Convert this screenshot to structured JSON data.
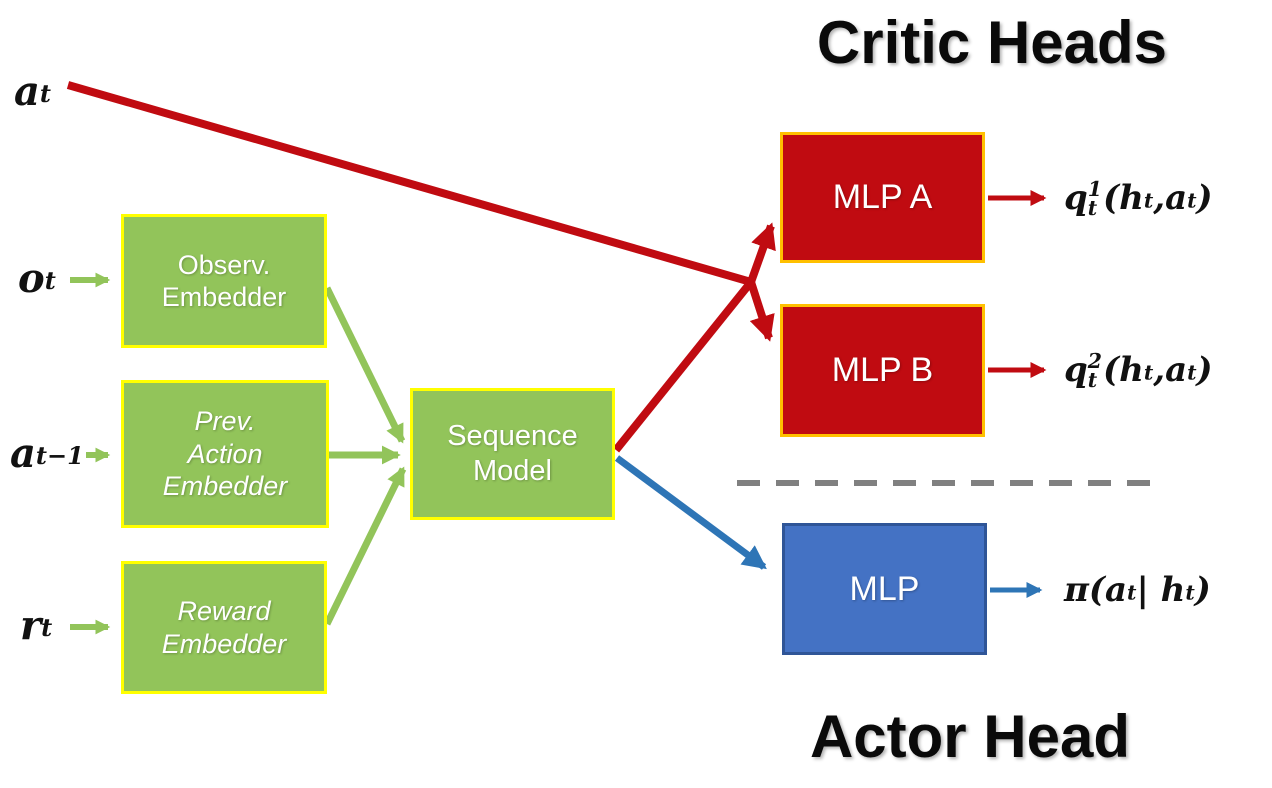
{
  "titles": {
    "critic": "Critic Heads",
    "actor": "Actor Head"
  },
  "inputs": {
    "action": {
      "base": "a",
      "sub": "t"
    },
    "observation": {
      "base": "o",
      "sub": "t"
    },
    "prev_action": {
      "base": "a",
      "sub": "t−1"
    },
    "reward": {
      "base": "r",
      "sub": "t"
    }
  },
  "boxes": {
    "observ_embedder": {
      "lines": [
        "Observ.",
        "Embedder"
      ]
    },
    "prev_action_embedder": {
      "lines": [
        "Prev.",
        "Action",
        "Embedder"
      ]
    },
    "reward_embedder": {
      "lines": [
        "Reward",
        "Embedder"
      ]
    },
    "sequence_model": {
      "lines": [
        "Sequence",
        "Model"
      ]
    },
    "mlp_a": {
      "label": "MLP A"
    },
    "mlp_b": {
      "label": "MLP B"
    },
    "mlp_actor": {
      "label": "MLP"
    }
  },
  "outputs": {
    "q1": {
      "base": "q",
      "sup": "1",
      "sub": "t",
      "open": "(",
      "h": "h",
      "hsub": "t",
      "sep": ", ",
      "a": "a",
      "asub": "t",
      "close": ")"
    },
    "q2": {
      "base": "q",
      "sup": "2",
      "sub": "t",
      "open": "(",
      "h": "h",
      "hsub": "t",
      "sep": ", ",
      "a": "a",
      "asub": "t",
      "close": ")"
    },
    "pi": {
      "t1": "π(a",
      "t2": "t",
      "t3": " | h",
      "t4": "t",
      "t5": ")"
    }
  },
  "colors": {
    "embedder_fill": "#92C45A",
    "embedder_border": "#FFFF00",
    "critic_fill": "#C00B11",
    "critic_border": "#FFC000",
    "actor_fill": "#4472C4",
    "actor_border": "#2F5597",
    "red_wire": "#C00B11",
    "green_wire": "#92C45A",
    "blue_wire": "#2E75B6",
    "divider_gray": "#808080"
  }
}
